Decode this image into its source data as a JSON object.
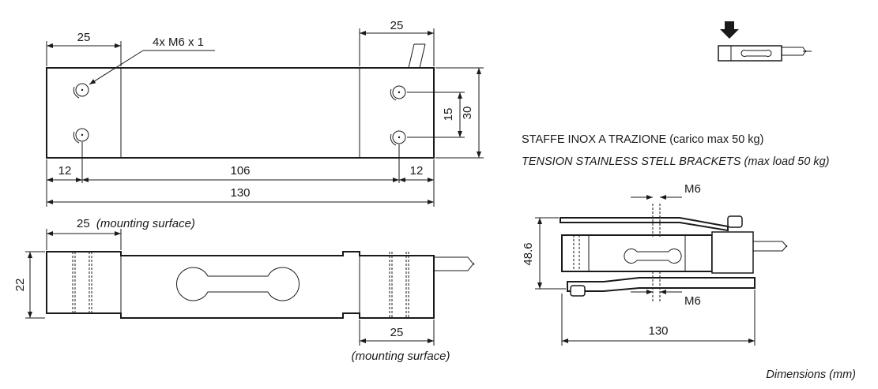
{
  "top_view": {
    "dim_left_width": "25",
    "dim_right_width": "25",
    "hole_callout": "4x M6 x 1",
    "dim_hole_spacing": "15",
    "dim_height": "30",
    "dim_left_margin": "12",
    "dim_center": "106",
    "dim_right_margin": "12",
    "dim_total": "130"
  },
  "side_view": {
    "dim_mount_left_value": "25",
    "dim_mount_left_note": "(mounting surface)",
    "dim_thickness": "22",
    "dim_mount_right_value": "25",
    "dim_mount_right_note": "(mounting surface)"
  },
  "brackets": {
    "title_it": "STAFFE INOX A TRAZIONE (carico max 50 kg)",
    "title_en": "TENSION STAINLESS STELL BRACKETS (max load 50 kg)",
    "dim_bolt_top": "M6",
    "dim_bolt_bottom": "M6",
    "dim_height": "48.6",
    "dim_length": "130"
  },
  "footer": {
    "units_note": "Dimensions (mm)"
  }
}
